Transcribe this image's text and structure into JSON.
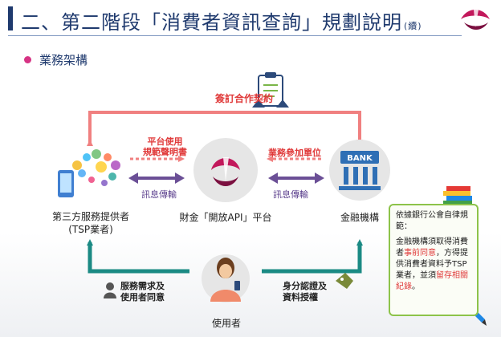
{
  "header": {
    "title": "二、第二階段「消費者資訊查詢」規劃說明",
    "title_suffix": "(續)"
  },
  "section": {
    "bullet_label": "業務架構"
  },
  "diagram": {
    "top_contract_label": "簽訂合作契約",
    "left_node_label_line1": "第三方服務提供者",
    "left_node_label_line2": "(TSP業者)",
    "center_node_label": "財金「開放API」平台",
    "right_node_label": "金融機構",
    "bottom_node_label": "使用者",
    "left_red_arrow_label_line1": "平台使用",
    "left_red_arrow_label_line2": "規範聲明書",
    "right_red_arrow_label": "業務參加單位",
    "left_purple_arrow_label": "訊息傳輸",
    "right_purple_arrow_label": "訊息傳輸",
    "left_return_label_line1": "服務需求及",
    "left_return_label_line2": "使用者同意",
    "right_return_label_line1": "身分認證及",
    "right_return_label_line2": "資料授權",
    "bank_sign": "BANK"
  },
  "note": {
    "heading": "依據銀行公會自律規範：",
    "body_part1": "金融機構須取得消費者",
    "body_highlight1": "事前同意",
    "body_part2": "，方得提供消費者資料予TSP業者，並須",
    "body_highlight2": "留存相關紀錄",
    "body_part3": "。"
  },
  "colors": {
    "title": "#1f3a6e",
    "contract_arrow": "#f08080",
    "message_arrow": "#6b4f96",
    "return_arrow": "#1b8a84",
    "highlight": "#e03a3a",
    "note_border": "#8dc34a"
  }
}
